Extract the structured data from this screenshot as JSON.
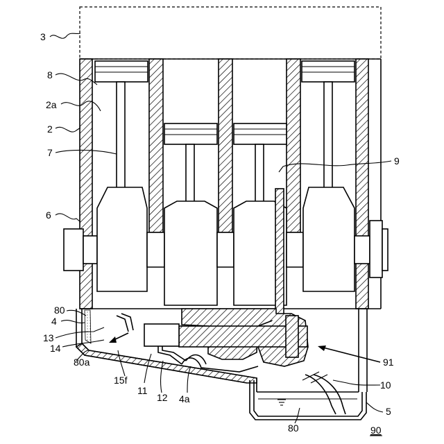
{
  "figure": {
    "labels": {
      "l3": "3",
      "l8": "8",
      "l2a": "2a",
      "l2": "2",
      "l7": "7",
      "l9": "9",
      "l6": "6",
      "l80_top": "80",
      "l4": "4",
      "l13": "13",
      "l14": "14",
      "l80a": "80a",
      "l15f": "15f",
      "l11": "11",
      "l12": "12",
      "l4a": "4a",
      "l91": "91",
      "l10": "10",
      "l5": "5",
      "l80_bottom": "80",
      "l90": "90"
    }
  }
}
